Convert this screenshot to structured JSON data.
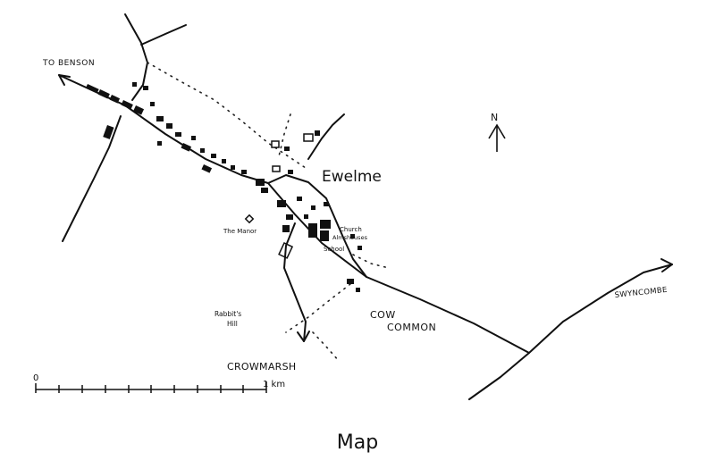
{
  "map": {
    "village_label": "Ewelme",
    "places": {
      "to_benson": "TO BENSON",
      "swyncombe": "SWYNCOMBE",
      "crowmarsh": "CROWMARSH",
      "cow_common_1": "COW",
      "cow_common_2": "COMMON",
      "the_manor": "The Manor",
      "church": "Church",
      "almshouses": "Almshouses",
      "school": "School",
      "rabbits_hill_1": "Rabbit's",
      "rabbits_hill_2": "Hill"
    },
    "north_arrow_label": "N",
    "scale": {
      "start_label": "0",
      "end_label": "1 km"
    }
  },
  "caption": "Map"
}
